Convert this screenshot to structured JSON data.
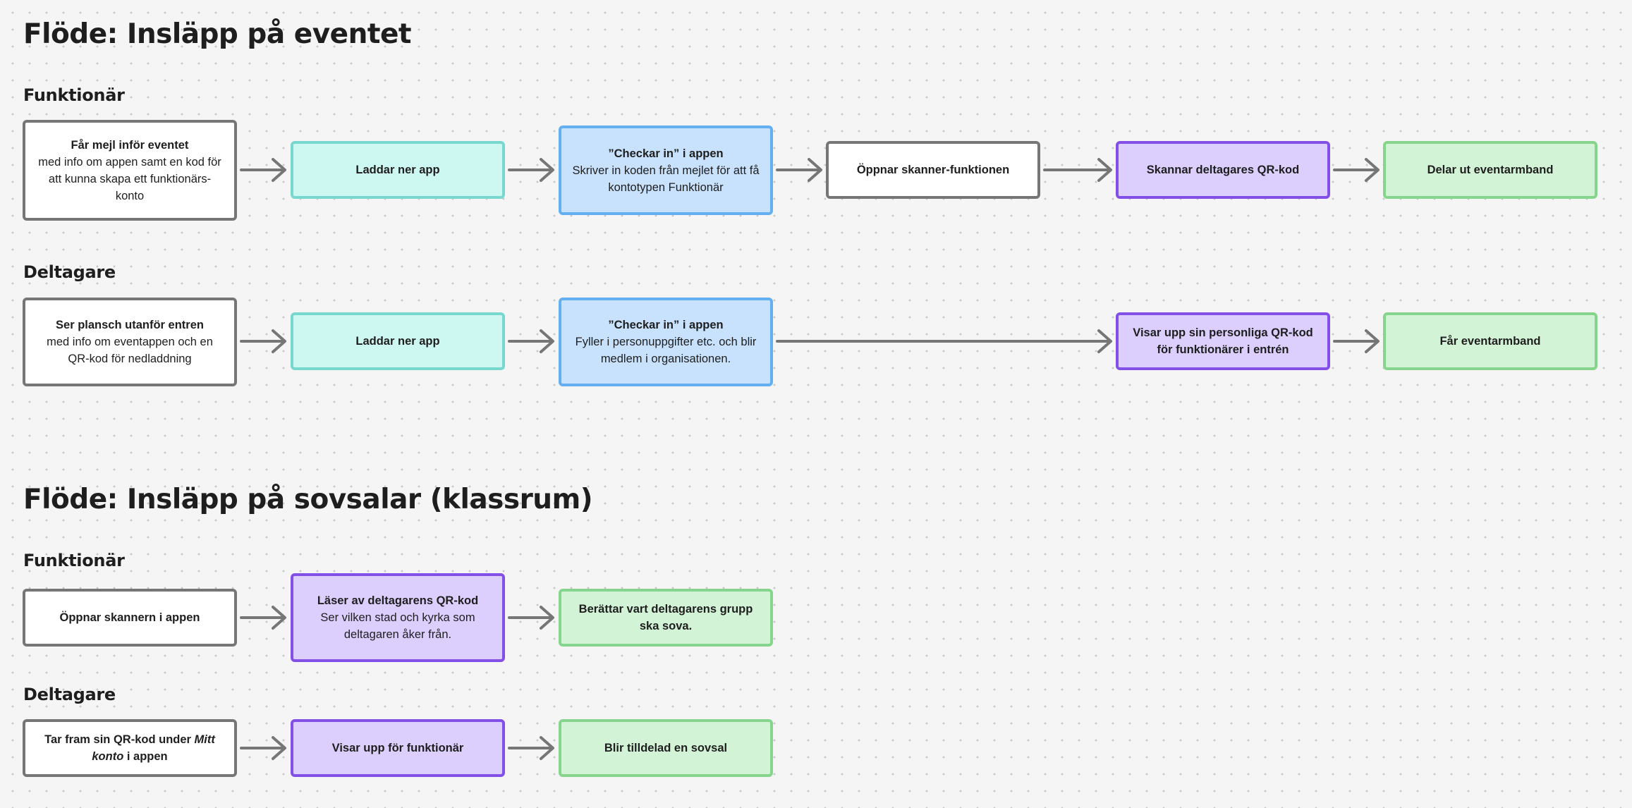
{
  "flow1": {
    "title": "Flöde: Insläpp på eventet",
    "funktionar": {
      "label": "Funktionär",
      "steps": [
        {
          "title": "Får mejl inför eventet",
          "desc": "med info om appen samt en kod för att kunna skapa ett funktionärs-konto"
        },
        {
          "title": "Laddar ner app"
        },
        {
          "title": "”Checkar in” i appen",
          "desc": "Skriver in koden från mejlet för att få kontotypen Funktionär"
        },
        {
          "title": "Öppnar skanner-funktionen"
        },
        {
          "title": "Skannar deltagares QR-kod"
        },
        {
          "title": "Delar ut eventarmband"
        }
      ]
    },
    "deltagare": {
      "label": "Deltagare",
      "steps": [
        {
          "title": "Ser plansch utanför entren",
          "desc": "med info om eventappen och en QR-kod för nedladdning"
        },
        {
          "title": "Laddar ner app"
        },
        {
          "title": "”Checkar in” i appen",
          "desc": "Fyller i personuppgifter etc. och blir medlem i organisationen."
        },
        {
          "title": "Visar upp sin personliga QR-kod för funktionärer i entrén"
        },
        {
          "title": "Får eventarmband"
        }
      ]
    }
  },
  "flow2": {
    "title": "Flöde: Insläpp på sovsalar (klassrum)",
    "funktionar": {
      "label": "Funktionär",
      "steps": [
        {
          "title": "Öppnar skannern i appen"
        },
        {
          "title": "Läser av deltagarens QR-kod",
          "desc": "Ser vilken stad och kyrka som deltagaren åker från."
        },
        {
          "title": "Berättar vart deltagarens grupp ska sova."
        }
      ]
    },
    "deltagare": {
      "label": "Deltagare",
      "steps": [
        {
          "title_before": "Tar fram sin QR-kod under ",
          "title_em": "Mitt konto",
          "title_after": " i appen"
        },
        {
          "title": "Visar upp för funktionär"
        },
        {
          "title": "Blir tilldelad en sovsal"
        }
      ]
    }
  },
  "colors": {
    "background": "#f5f5f5",
    "connector": "#767676",
    "white_border": "#767676",
    "teal_fill": "#cdf7f1",
    "teal_border": "#78d8cf",
    "blue_fill": "#c8e2fd",
    "blue_border": "#64aef2",
    "purple_fill": "#dccffe",
    "purple_border": "#8250e6",
    "green_fill": "#d3f3d6",
    "green_border": "#86d58c"
  }
}
